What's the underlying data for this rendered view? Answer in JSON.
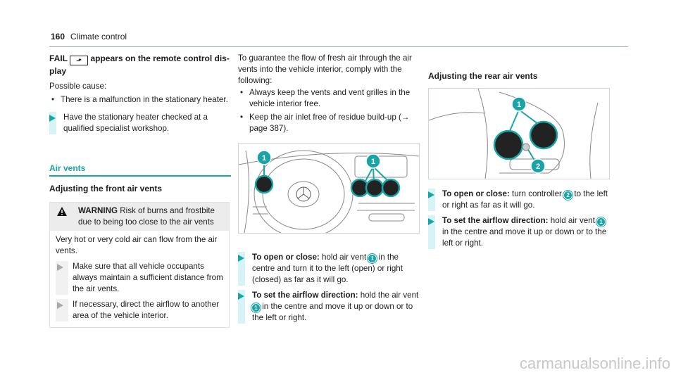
{
  "header": {
    "page_number": "160",
    "section": "Climate control"
  },
  "col1": {
    "fail_heading_prefix": "FAIL",
    "fail_icon": "wrench-icon",
    "fail_heading_suffix": "appears on the remote control dis-play",
    "possible_cause": "Possible cause:",
    "cause_bullet": "There is a malfunction in the stationary heater.",
    "action": "Have the stationary heater checked at a qualified specialist workshop.",
    "section_title": "Air vents",
    "subheading": "Adjusting the front air vents",
    "warning": {
      "label": "WARNING",
      "text": "Risk of burns and frostbite due to being too close to the air vents",
      "body": "Very hot or very cold air can flow from the air vents.",
      "steps": [
        "Make sure that all vehicle occupants always maintain a sufficient distance from the air vents.",
        "If necessary, direct the airflow to another area of the vehicle interior."
      ]
    }
  },
  "col2": {
    "intro": "To guarantee the flow of fresh air through the air vents into the vehicle interior, comply with the following:",
    "bullets": [
      "Always keep the vents and vent grilles in the vehicle interior free.",
      "Keep the air inlet free of residue build-up (→ page 387)."
    ],
    "callout": "1",
    "step1_bold": "To open or close:",
    "step1_a": "hold air vent",
    "step1_b": "in the centre and turn it to the left (open) or right (closed) as far as it will go.",
    "step2_bold": "To set the airflow direction:",
    "step2_a": "hold the air vent",
    "step2_b": "in the centre and move it up or down or to the left or right."
  },
  "col3": {
    "subheading": "Adjusting the rear air vents",
    "callout1": "1",
    "callout2": "2",
    "step1_bold": "To open or close:",
    "step1_a": "turn controller",
    "step1_b": "to the left or right as far as it will go.",
    "step2_bold": "To set the airflow direction:",
    "step2_a": "hold air vent",
    "step2_b": "in the centre and move it up or down or to the left or right."
  },
  "watermark": "carmanualsonline.info",
  "colors": {
    "accent": "#19a5a8",
    "step_bar": "#d6f4f6"
  }
}
